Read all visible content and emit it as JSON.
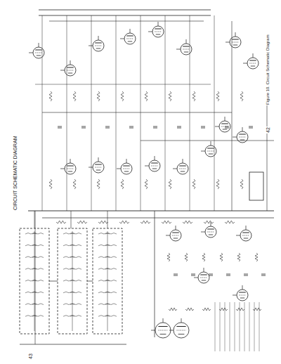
{
  "diagram": {
    "title": "CIRCUIT SCHEMATIC DIAGRAM",
    "labels": [
      "Figure 10. Circuit Schematic Diagram",
      "42",
      "43"
    ]
  }
}
